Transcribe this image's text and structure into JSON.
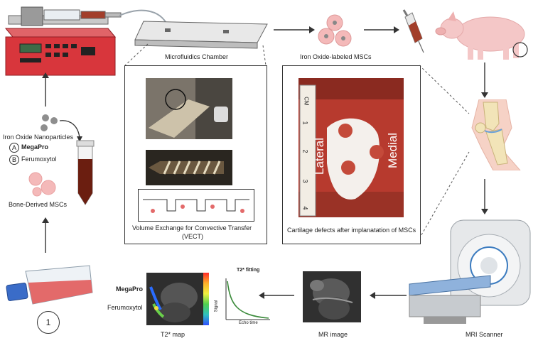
{
  "labels": {
    "microfluidics_chamber": "Microfluidics Chamber",
    "iron_oxide_labeled_mscs": "Iron Oxide-labeled MSCs",
    "iron_oxide_nanoparticles": "Iron Oxide Nanoparticles",
    "option_a_letter": "A",
    "option_a": "MegaPro",
    "option_b_letter": "B",
    "option_b": "Ferumoxytol",
    "bone_derived_mscs": "Bone-Derived MSCs",
    "vect_line1": "Volume Exchange for Convective Transfer",
    "vect_line2": "(VECT)",
    "cartilage_caption": "Cartilage defects after implanatation of MSCs",
    "mri_scanner": "MRI Scanner",
    "mr_image": "MR image",
    "t2_map": "T2* map",
    "t2_fitting": "T2* fitting",
    "signal": "Signal",
    "echo_time": "Echo time",
    "megapro_map": "MegaPro",
    "ferumoxytol_map": "Ferumoxytol",
    "step_number": "1",
    "cm": "CM",
    "lateral": "Lateral",
    "medial": "Medial",
    "ruler_1": "1",
    "ruler_2": "2",
    "ruler_3": "3",
    "ruler_4": "4"
  },
  "colors": {
    "pump_red": "#d8363c",
    "pump_dark": "#8f1c22",
    "cell_pink": "#f4b9b9",
    "pig_pink": "#f4c7c7",
    "flask_red": "#e36a6a",
    "syringe_fill": "#a23e2a",
    "tube_blood": "#6b1e10",
    "tissue_red": "#b73a2e"
  }
}
